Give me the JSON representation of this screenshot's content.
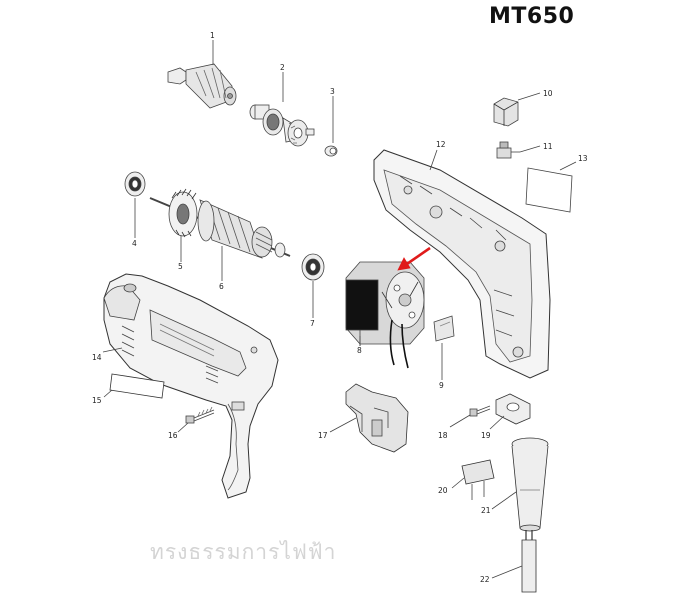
{
  "title": "MT650",
  "watermark": "ทรงธรรมการไฟฟ้า",
  "parts": [
    {
      "id": "part-1",
      "label": "1"
    },
    {
      "id": "part-2",
      "label": "2"
    },
    {
      "id": "part-3",
      "label": "3"
    },
    {
      "id": "part-4",
      "label": "4"
    },
    {
      "id": "part-5",
      "label": "5"
    },
    {
      "id": "part-6",
      "label": "6"
    },
    {
      "id": "part-7",
      "label": "7"
    },
    {
      "id": "part-8",
      "label": "8"
    },
    {
      "id": "part-9",
      "label": "9"
    },
    {
      "id": "part-10",
      "label": "10"
    },
    {
      "id": "part-11",
      "label": "11"
    },
    {
      "id": "part-12",
      "label": "12"
    },
    {
      "id": "part-13",
      "label": "13"
    },
    {
      "id": "part-14",
      "label": "14"
    },
    {
      "id": "part-15",
      "label": "15"
    },
    {
      "id": "part-16",
      "label": "16"
    },
    {
      "id": "part-17",
      "label": "17"
    },
    {
      "id": "part-18",
      "label": "18"
    },
    {
      "id": "part-19",
      "label": "19"
    },
    {
      "id": "part-20",
      "label": "20"
    },
    {
      "id": "part-21",
      "label": "21"
    },
    {
      "id": "part-22",
      "label": "22"
    }
  ],
  "highlight_color": "#e01b1b",
  "line_color": "#222222"
}
